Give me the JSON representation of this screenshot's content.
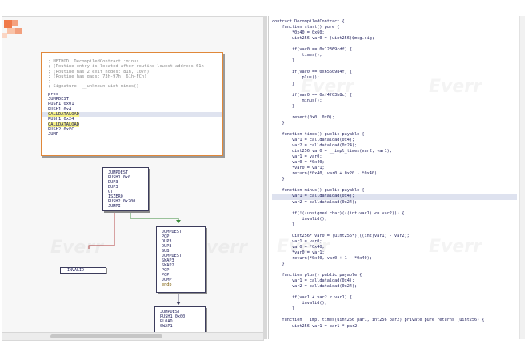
{
  "watermark": "Everr",
  "graph": {
    "main_node": {
      "comments": [
        "; METHOD: DecompiledContract::minus",
        "; (Routine entry is located after routine lowest address 61h",
        "; (Routine has 2 exit nodes: 81h, 107h)",
        "; (Routine has gaps: 73h-97h, 61h-FCh)",
        ";",
        "; Signature: __unknown uint minus()"
      ],
      "code": [
        {
          "text": "proc",
          "mark": ""
        },
        {
          "text": "JUMPDEST",
          "mark": ""
        },
        {
          "text": "PUSH1 0x01",
          "mark": ""
        },
        {
          "text": "PUSH1 0x4",
          "mark": ""
        },
        {
          "text": "CALLDATALOAD",
          "mark": "yellow-line"
        },
        {
          "text": "PUSH1 0x24",
          "mark": ""
        },
        {
          "text": "CALLDATALOAD",
          "mark": "yellow"
        },
        {
          "text": "PUSH2 0xFC",
          "mark": ""
        },
        {
          "text": "JUMP",
          "mark": ""
        }
      ]
    },
    "node_a": [
      "JUMPDEST",
      "PUSH1 0x0",
      "DUP3",
      "DUP3",
      "GT",
      "ISZERO",
      "PUSH2 0x200",
      "JUMPI"
    ],
    "node_b": [
      "JUMPDEST",
      "POP",
      "DUP3",
      "DUP3",
      "SUB",
      "JUMPDEST",
      "SWAP3",
      "SWAP2",
      "POP",
      "POP",
      "JUMP",
      "endp"
    ],
    "node_c": [
      "JUMPDEST",
      "PUSH1 0x00",
      "PLOAD",
      "SWAP1"
    ],
    "invalid_node": "INVALID"
  },
  "code": {
    "lines": [
      "contract DecompiledContract {",
      "    function start() pure {",
      "        *0x40 = 0x60;",
      "        uint256 var0 = (uint256)$msg.sig;",
      "",
      "        if(var0 == 0x12369cdf) {",
      "            times();",
      "        }",
      "",
      "        if(var0 == 0x6560984f) {",
      "            plus();",
      "        }",
      "",
      "        if(var0 == 0xf4f03b8c) {",
      "            minus();",
      "        }",
      "",
      "        revert(0x0, 0x0);",
      "    }",
      "",
      "    function times() public payable {",
      "        var1 = calldataload(0x4);",
      "        var2 = calldataload(0x24);",
      "        uint256 var0 = __impl_times(var2, var1);",
      "        var1 = var0;",
      "        var0 = *0x40;",
      "        *var0 = var1;",
      "        return(*0x40, var0 + 0x20 - *0x40);",
      "    }",
      "",
      "    function minus() public payable {",
      "        var1 = calldataload(0x4);",
      "        var2 = calldataload(0x24);",
      "",
      "        if(!((unsigned char)(((int)var1) <= var2))) {",
      "            invalid();",
      "        }",
      "",
      "        uint256* var0 = (uint256*)(((int)var1) - var2);",
      "        var1 = var0;",
      "        var0 = *0x40;",
      "        *var0 = var1;",
      "        return(*0x40, var0 + 1 - *0x40);",
      "    }",
      "",
      "    function plus() public payable {",
      "        var1 = calldataload(0x4);",
      "        var2 = calldataload(0x24);",
      "",
      "        if(var1 + var2 < var1) {",
      "            invalid();",
      "        }",
      "",
      "    function __impl_times(uint256 par1, int256 par2) private pure returns (uint256) {",
      "        uint256 var1 = par1 * par2;"
    ],
    "highlight_line": 31
  }
}
